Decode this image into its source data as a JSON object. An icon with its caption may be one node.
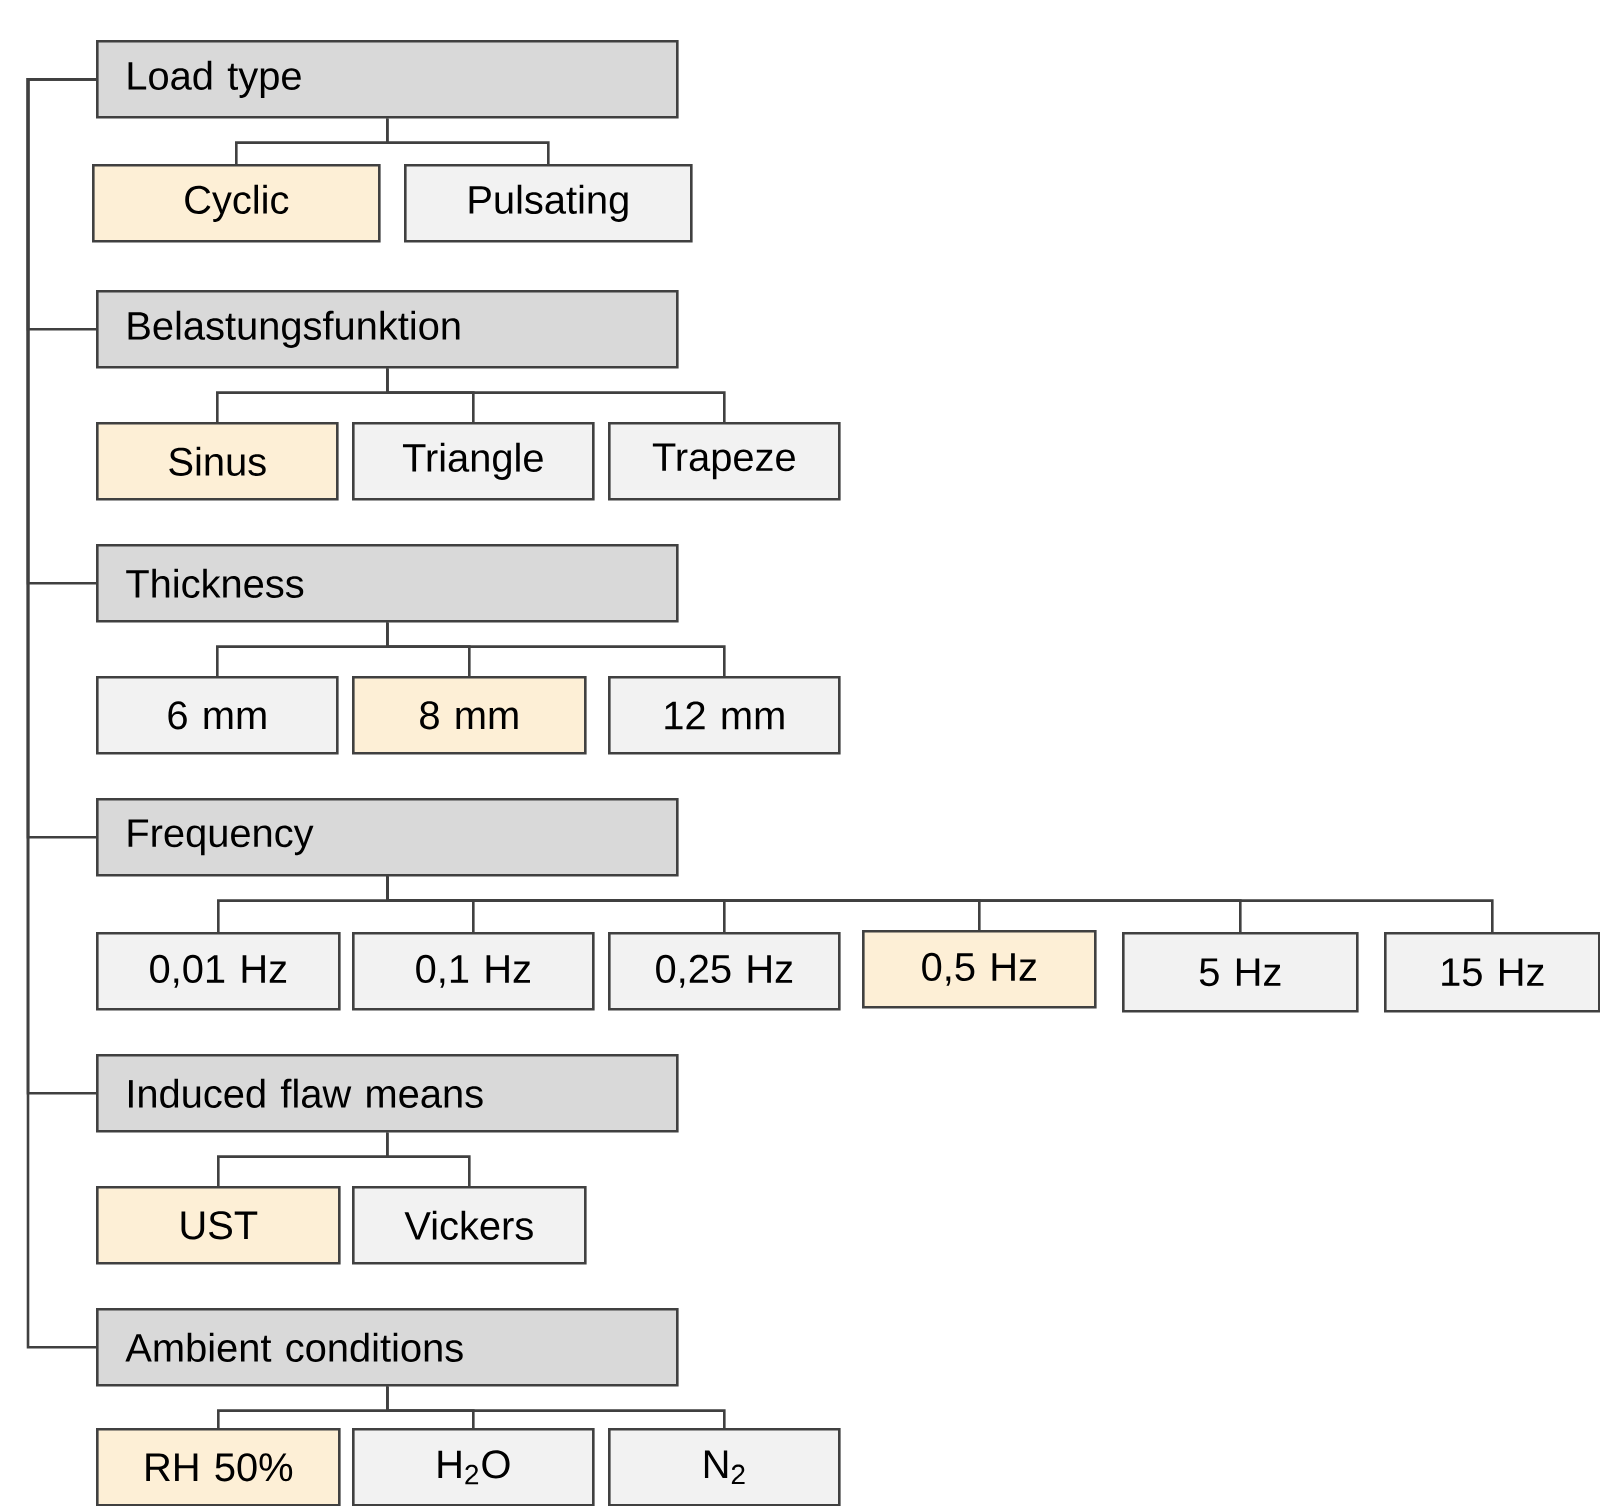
{
  "diagram": {
    "nodes": [
      {
        "text": [
          "Load type"
        ]
      },
      {
        "text": [
          "Cyclic"
        ]
      },
      {
        "text": [
          "Pulsating"
        ]
      },
      {
        "text": [
          "Belastungsfunktion"
        ]
      },
      {
        "text": [
          "Sinus"
        ]
      },
      {
        "text": [
          "Triangle"
        ]
      },
      {
        "text": [
          "Trapeze"
        ]
      },
      {
        "text": [
          "Thickness"
        ]
      },
      {
        "text": [
          "6 mm"
        ]
      },
      {
        "text": [
          "8 mm"
        ]
      },
      {
        "text": [
          "12 mm"
        ]
      },
      {
        "text": [
          "Frequency"
        ]
      },
      {
        "text": [
          "0,01 Hz"
        ]
      },
      {
        "text": [
          "0,1 Hz"
        ]
      },
      {
        "text": [
          "0,25 Hz"
        ]
      },
      {
        "text": [
          "0,5 Hz"
        ]
      },
      {
        "text": [
          "5 Hz"
        ]
      },
      {
        "text": [
          "15 Hz"
        ]
      },
      {
        "text": [
          "Induced flaw means"
        ]
      },
      {
        "text": [
          "UST"
        ]
      },
      {
        "text": [
          "Vickers"
        ]
      },
      {
        "text": [
          "Ambient conditions"
        ]
      },
      {
        "text": [
          "RH 50%"
        ]
      },
      {
        "text": [
          "H$_{2}$O"
        ]
      },
      {
        "text": [
          "N$_{2}$"
        ]
      }
    ],
    "edges": [
      {
        "from": 0,
        "to": 3,
        "arrow": "none"
      },
      {
        "from": 0,
        "to": 7,
        "arrow": "none"
      },
      {
        "from": 0,
        "to": 11,
        "arrow": "none"
      },
      {
        "from": 0,
        "to": 18,
        "arrow": "none"
      },
      {
        "from": 0,
        "to": 21,
        "arrow": "none"
      },
      {
        "from": 0,
        "to": 1,
        "arrow": "none"
      },
      {
        "from": 0,
        "to": 2,
        "arrow": "none"
      },
      {
        "from": 3,
        "to": 4,
        "arrow": "none"
      },
      {
        "from": 3,
        "to": 5,
        "arrow": "none"
      },
      {
        "from": 3,
        "to": 6,
        "arrow": "none"
      },
      {
        "from": 7,
        "to": 8,
        "arrow": "none"
      },
      {
        "from": 7,
        "to": 9,
        "arrow": "none"
      },
      {
        "from": 7,
        "to": 10,
        "arrow": "none"
      },
      {
        "from": 11,
        "to": 12,
        "arrow": "none"
      },
      {
        "from": 11,
        "to": 13,
        "arrow": "none"
      },
      {
        "from": 11,
        "to": 14,
        "arrow": "none"
      },
      {
        "from": 11,
        "to": 15,
        "arrow": "none"
      },
      {
        "from": 11,
        "to": 16,
        "arrow": "none"
      },
      {
        "from": 11,
        "to": 17,
        "arrow": "none"
      },
      {
        "from": 18,
        "to": 19,
        "arrow": "none"
      },
      {
        "from": 18,
        "to": 20,
        "arrow": "none"
      },
      {
        "from": 21,
        "to": 22,
        "arrow": "none"
      },
      {
        "from": 21,
        "to": 23,
        "arrow": "none"
      },
      {
        "from": 21,
        "to": 24,
        "arrow": "none"
      }
    ]
  }
}
